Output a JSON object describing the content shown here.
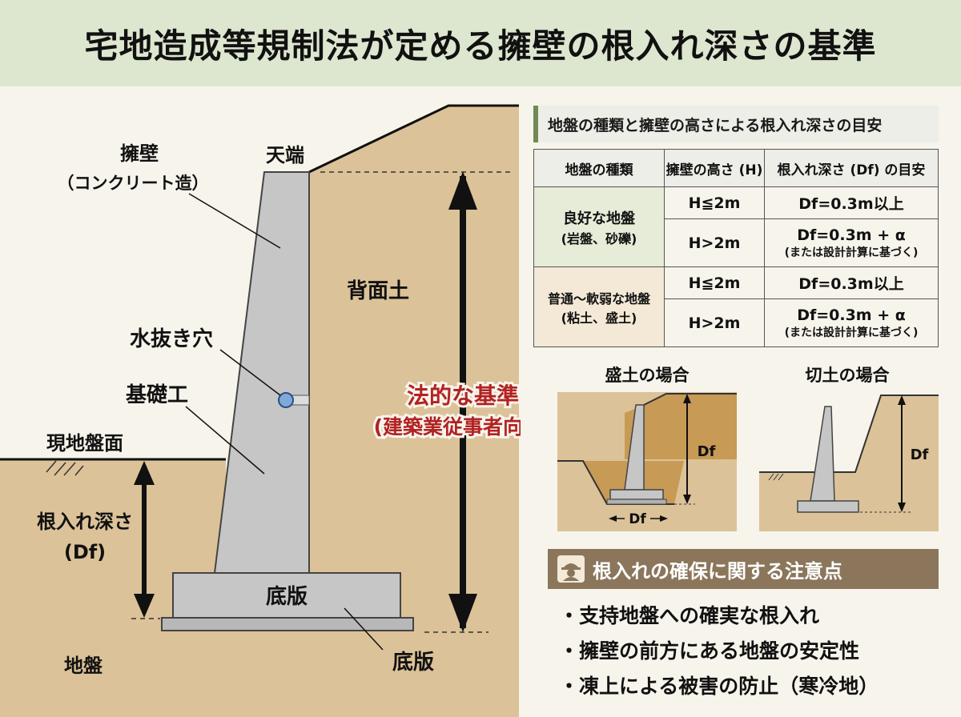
{
  "title": "宅地造成等規制法が定める擁壁の根入れ深さの基準",
  "main_diagram": {
    "wall_label_line1": "擁壁",
    "wall_label_line2": "（コンクリート造）",
    "crest_label": "天端",
    "backfill_label": "背面土",
    "weep_hole_label": "水抜き穴",
    "foundation_label": "基礎工",
    "ground_surface_label": "現地盤面",
    "embed_depth_label_line1": "根入れ深さ",
    "embed_depth_label_line2": "(Df)",
    "base_slab_label": "底版",
    "base_slab_callout": "底版",
    "ground_label": "地盤",
    "standard_label_line1": "法的な基準",
    "standard_label_line2": "(建築業従事者向け)"
  },
  "table": {
    "title": "地盤の種類と擁壁の高さによる根入れ深さの目安",
    "headers": [
      "地盤の種類",
      "擁壁の高さ (H)",
      "根入れ深さ (Df) の目安"
    ],
    "groups": [
      {
        "ground_line1": "良好な地盤",
        "ground_line2": "(岩盤、砂礫)",
        "rows": [
          {
            "height": "H≦2m",
            "depth": "Df=0.3m以上",
            "note": ""
          },
          {
            "height": "H>2m",
            "depth": "Df=0.3m + α",
            "note": "(または設計計算に基づく)"
          }
        ]
      },
      {
        "ground_line1": "普通～軟弱な地盤",
        "ground_line2": "(粘土、盛土)",
        "rows": [
          {
            "height": "H≦2m",
            "depth": "Df=0.3m以上",
            "note": ""
          },
          {
            "height": "H>2m",
            "depth": "Df=0.3m + α",
            "note": "(または設計計算に基づく)"
          }
        ]
      }
    ]
  },
  "fill_case": {
    "title": "盛土の場合",
    "df_vertical": "Df",
    "df_horizontal": "Df"
  },
  "cut_case": {
    "title": "切土の場合",
    "df_vertical": "Df"
  },
  "notes": {
    "title": "根入れの確保に関する注意点",
    "items": [
      "支持地盤への確実な根入れ",
      "擁壁の前方にある地盤の安定性",
      "凍上による被害の防止（寒冷地）"
    ]
  },
  "colors": {
    "header_bg": "#dde6cf",
    "soil": "#dcc298",
    "concrete": "#c6c6c6",
    "standard_text": "#b22222",
    "notes_header": "#8b765c"
  }
}
